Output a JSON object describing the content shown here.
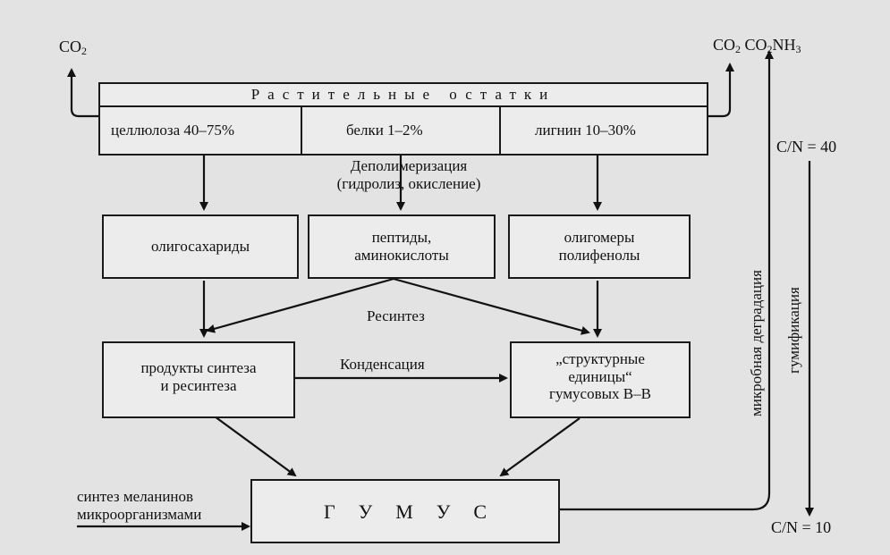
{
  "co2_left": "CO",
  "co2_left_sub": "2",
  "right_top_co2a": "CO",
  "right_top_co2b": "CO",
  "right_top_nh3": "NH",
  "right_top_sub2": "2",
  "right_top_sub3": "3",
  "plant_residues": "Растительные остатки",
  "cellulose": "целлюлоза 40–75%",
  "proteins": "белки 1–2%",
  "lignin": "лигнин 10–30%",
  "depoly_line1": "Деполимеризация",
  "depoly_line2": "(гидролиз, окисление)",
  "oligosaccharides": "олигосахариды",
  "peptides_line1": "пептиды,",
  "peptides_line2": "аминокислоты",
  "oligomers_line1": "олигомеры",
  "oligomers_line2": "полифенолы",
  "resynthesis": "Ресинтез",
  "synthesis_products_line1": "продукты синтеза",
  "synthesis_products_line2": "и ресинтеза",
  "condensation": "Конденсация",
  "structural_line1": "„структурные",
  "structural_line2": "единицы“",
  "structural_line3": "гумусовых В–В",
  "melanin_line1": "синтез меланинов",
  "melanin_line2": "микроорганизмами",
  "humus": "ГУМУС",
  "cn_top": "C/N = 40",
  "cn_bottom": "C/N = 10",
  "microbial_degradation": "микробная деградация",
  "humification": "гумификация"
}
